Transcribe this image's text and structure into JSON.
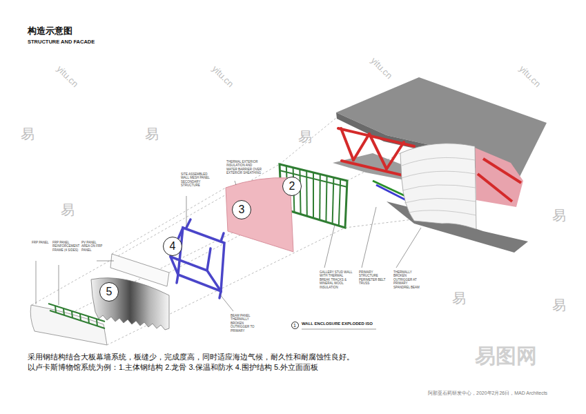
{
  "diagram": {
    "title": "构造示意图",
    "caption": "采用钢结构结合大板幕墙系统，板缝少，完成度高，同时适应海边气候，耐久性和耐腐蚀性良好。 以卢卡斯博物馆系统为例：1.主体钢结构 2.龙骨 3.保温和防水 4.围护结构 5.外立面面板",
    "nodes": [
      {
        "text": [
          "2"
        ]
      },
      {
        "text": [
          "3"
        ]
      },
      {
        "text": [
          "4"
        ]
      },
      {
        "text": [
          "5"
        ]
      },
      {
        "text": [
          "1"
        ]
      }
    ],
    "labels": [
      "STRUCTURE AND FACADE",
      "FRP PANEL",
      "FRP PANEL REINFORCEMENT FRAME (4 SIDES)",
      "PV PANEL AREA ON FRP PANEL",
      "SITE ASSEMBLED WALL MESH PANEL SECONDARY STRUCTURE",
      "THERMAL EXTERIOR INSULATION AND WATER BARRIER OVER EXTERIOR SHEATHING",
      "BEAM PANEL THERMALLY BROKEN OUTRIGGER TO PRIMARY",
      "GALLERY STUD WALL WITH THERMAL BREAK TRACKS & MINERAL WOOL INSULATION",
      "PRIMARY STRUCTURE PERIMETER BELT TRUSS",
      "THERMALLY BROKEN OUTRIGGER AT PRIMARY SPANDREL BEAM",
      "WALL ENCLOSURE EXPLODED ISO",
      "阿那亚石药研发中心，2020年2月26日，MAD Architects",
      "易",
      "易",
      "易",
      "易",
      "易",
      "易",
      "易",
      "易图网",
      "yitu.cn",
      "yitu.cn",
      "yitu.cn",
      "yitu.cn"
    ]
  }
}
